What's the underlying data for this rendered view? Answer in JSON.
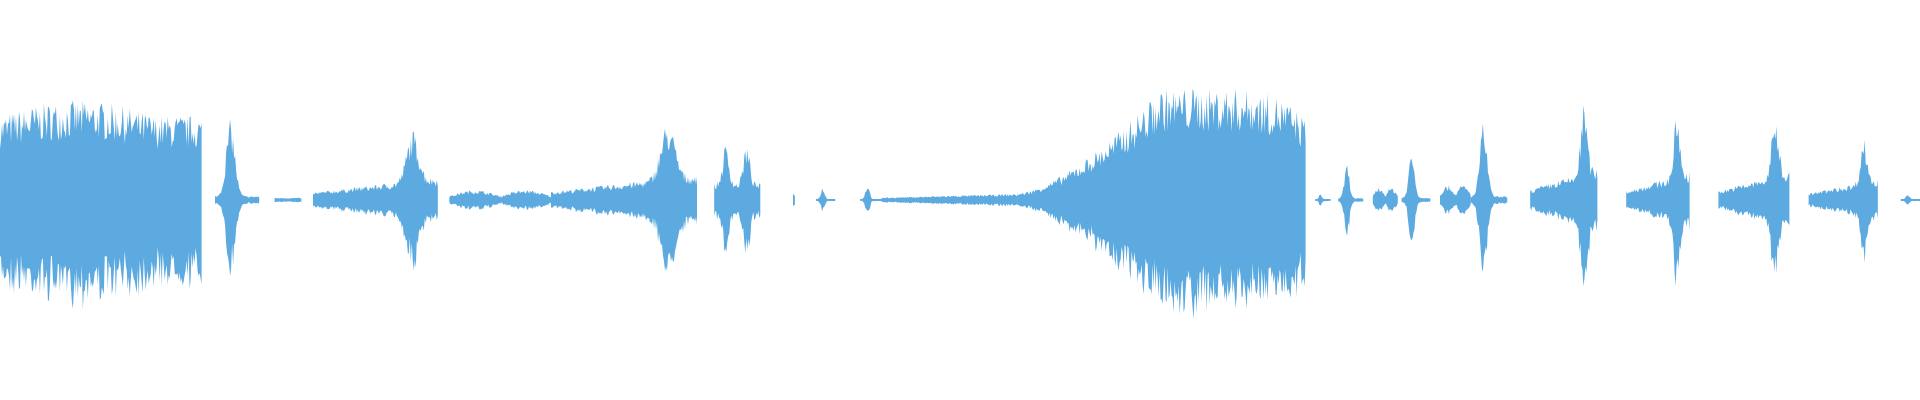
{
  "waveform": {
    "color": "#5DAAE0",
    "background": "#FFFFFF",
    "envelope_note_free": true,
    "segments": [
      {
        "start": 0.0,
        "end": 0.105,
        "peak": 0.8,
        "shape": "bulge"
      },
      {
        "start": 0.112,
        "end": 0.135,
        "peak": 0.62,
        "shape": "spike"
      },
      {
        "start": 0.143,
        "end": 0.157,
        "peak": 0.03,
        "shape": "flat"
      },
      {
        "start": 0.163,
        "end": 0.228,
        "peak": 0.5,
        "shape": "ramp-spike"
      },
      {
        "start": 0.234,
        "end": 0.287,
        "peak": 0.08,
        "shape": "bumps"
      },
      {
        "start": 0.287,
        "end": 0.363,
        "peak": 0.56,
        "shape": "ramp-spike"
      },
      {
        "start": 0.372,
        "end": 0.396,
        "peak": 0.45,
        "shape": "double"
      },
      {
        "start": 0.413,
        "end": 0.414,
        "peak": 0.05,
        "shape": "dot"
      },
      {
        "start": 0.425,
        "end": 0.435,
        "peak": 0.1,
        "shape": "spike"
      },
      {
        "start": 0.448,
        "end": 0.459,
        "peak": 0.12,
        "shape": "spike"
      },
      {
        "start": 0.459,
        "end": 0.53,
        "peak": 0.05,
        "shape": "rise"
      },
      {
        "start": 0.53,
        "end": 0.68,
        "peak": 0.9,
        "shape": "swell"
      },
      {
        "start": 0.685,
        "end": 0.693,
        "peak": 0.05,
        "shape": "spike"
      },
      {
        "start": 0.697,
        "end": 0.71,
        "peak": 0.28,
        "shape": "spike"
      },
      {
        "start": 0.715,
        "end": 0.728,
        "peak": 0.1,
        "shape": "bumps"
      },
      {
        "start": 0.73,
        "end": 0.745,
        "peak": 0.38,
        "shape": "spike"
      },
      {
        "start": 0.75,
        "end": 0.766,
        "peak": 0.12,
        "shape": "bumps"
      },
      {
        "start": 0.766,
        "end": 0.785,
        "peak": 0.6,
        "shape": "spike"
      },
      {
        "start": 0.797,
        "end": 0.832,
        "peak": 0.7,
        "shape": "ramp-spike"
      },
      {
        "start": 0.847,
        "end": 0.88,
        "peak": 0.62,
        "shape": "ramp-spike"
      },
      {
        "start": 0.895,
        "end": 0.932,
        "peak": 0.62,
        "shape": "ramp-spike"
      },
      {
        "start": 0.942,
        "end": 0.978,
        "peak": 0.45,
        "shape": "ramp-spike"
      },
      {
        "start": 0.99,
        "end": 1.0,
        "peak": 0.05,
        "shape": "spike"
      }
    ]
  }
}
